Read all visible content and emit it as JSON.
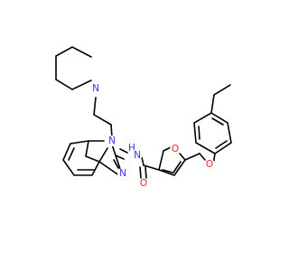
{
  "colors": {
    "bond": "#000000",
    "nitrogen": "#3333ff",
    "oxygen": "#ff2020",
    "background": "#ffffff"
  },
  "atoms": [
    {
      "id": "n_pip",
      "label": "N",
      "element": "nitrogen"
    },
    {
      "id": "n_bz1",
      "label": "N",
      "element": "nitrogen"
    },
    {
      "id": "n_bz3",
      "label": "N",
      "element": "nitrogen"
    },
    {
      "id": "nh_amide",
      "label": "H",
      "element": "nitrogen"
    },
    {
      "id": "n_amide",
      "label": "N",
      "element": "nitrogen"
    },
    {
      "id": "o_furan",
      "label": "O",
      "element": "oxygen"
    },
    {
      "id": "o_carbonyl",
      "label": "O",
      "element": "oxygen"
    },
    {
      "id": "o_ether",
      "label": "O",
      "element": "oxygen"
    }
  ]
}
